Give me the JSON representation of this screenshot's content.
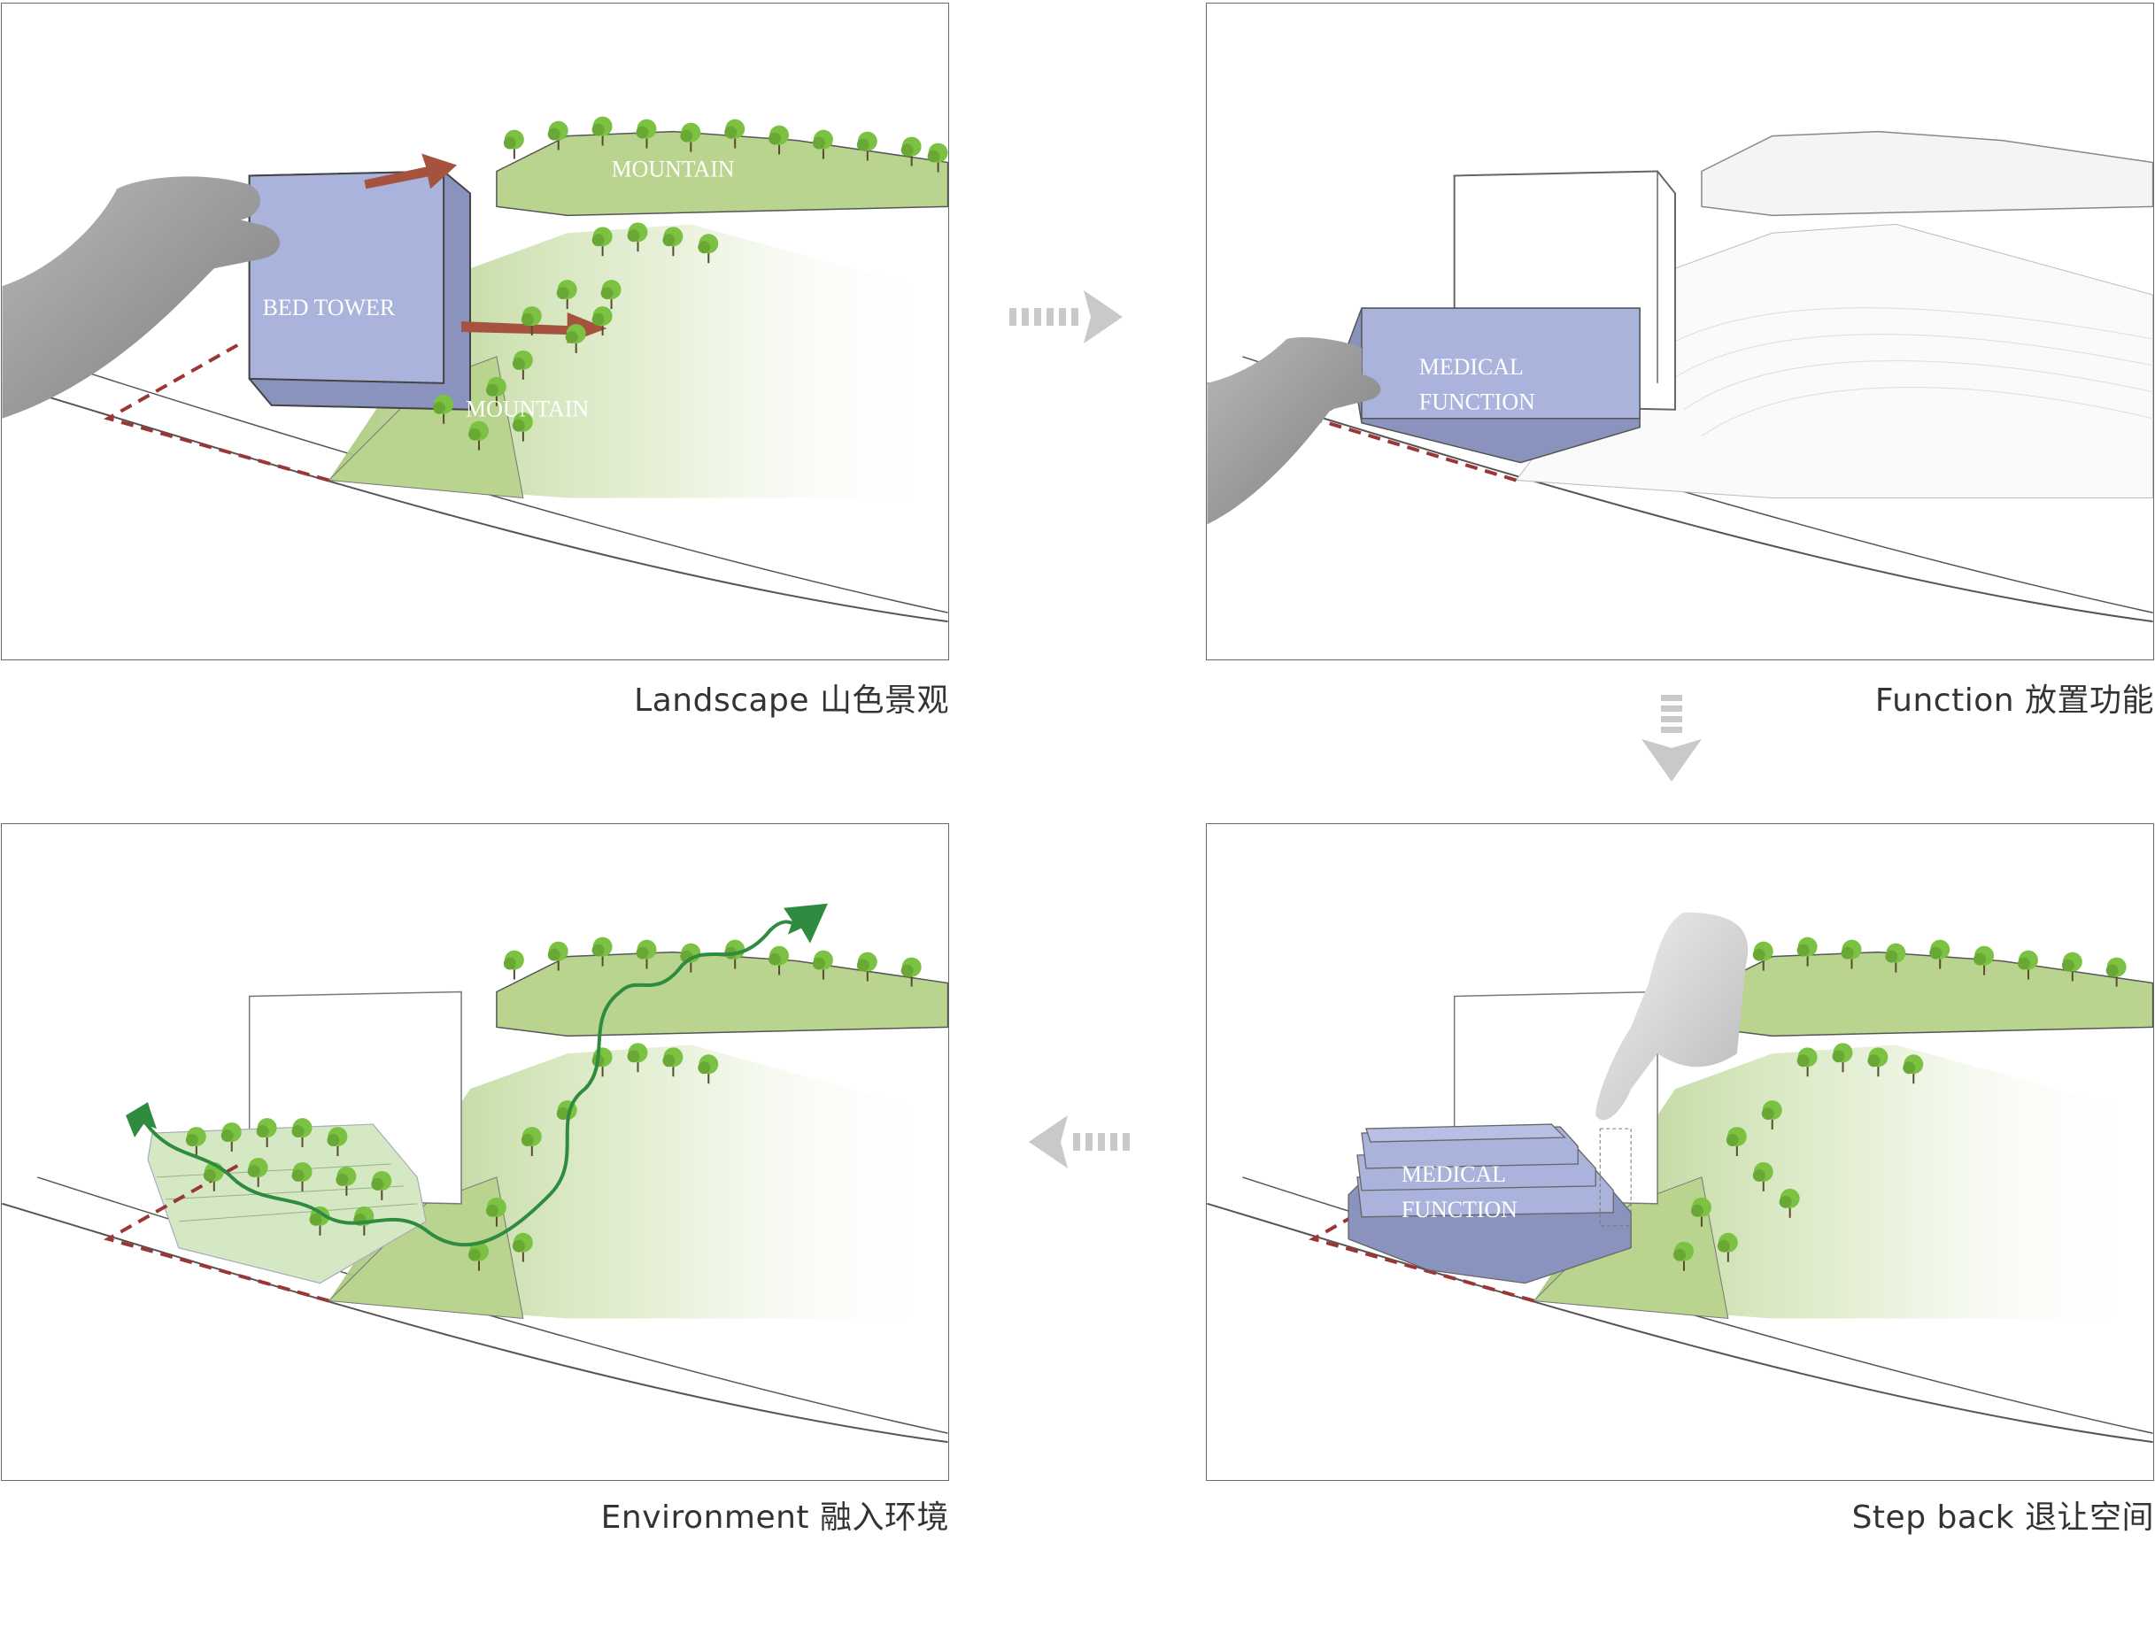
{
  "colors": {
    "border": "#6a6a6a",
    "massing_blue": "#a9b3dc",
    "massing_blue_dark": "#8a93bd",
    "landscape_green": "#b9d48e",
    "tree_green": "#7cc242",
    "site_boundary_red": "#9b3636",
    "move_arrow": "#a5533f",
    "path_green": "#2e8b3f",
    "flow_arrow_gray": "#c9c9c9"
  },
  "panels": [
    {
      "caption": "Landscape 山色景观",
      "labels": {
        "mountain_top": "MOUNTAIN",
        "bed_tower": "BED TOWER",
        "mountain_bottom": "MOUNTAIN"
      },
      "icons": [
        "hand-holding-icon",
        "tree-icon",
        "move-arrow-icon"
      ]
    },
    {
      "caption": "Function 放置功能",
      "labels": {
        "medical_line1": "MEDICAL",
        "medical_line2": "FUNCTION"
      },
      "icons": [
        "hand-holding-icon"
      ]
    },
    {
      "caption": "Environment 融入环境",
      "labels": {},
      "icons": [
        "tree-icon",
        "path-arrow-icon"
      ]
    },
    {
      "caption": "Step back 退让空间",
      "labels": {
        "medical_line1": "MEDICAL",
        "medical_line2": "FUNCTION"
      },
      "icons": [
        "hand-pointing-icon",
        "tree-icon"
      ]
    }
  ],
  "flow_arrows": [
    {
      "direction": "right",
      "icon": "dotted-arrow-right-icon"
    },
    {
      "direction": "down",
      "icon": "dotted-arrow-down-icon"
    },
    {
      "direction": "left",
      "icon": "dotted-arrow-left-icon"
    }
  ]
}
